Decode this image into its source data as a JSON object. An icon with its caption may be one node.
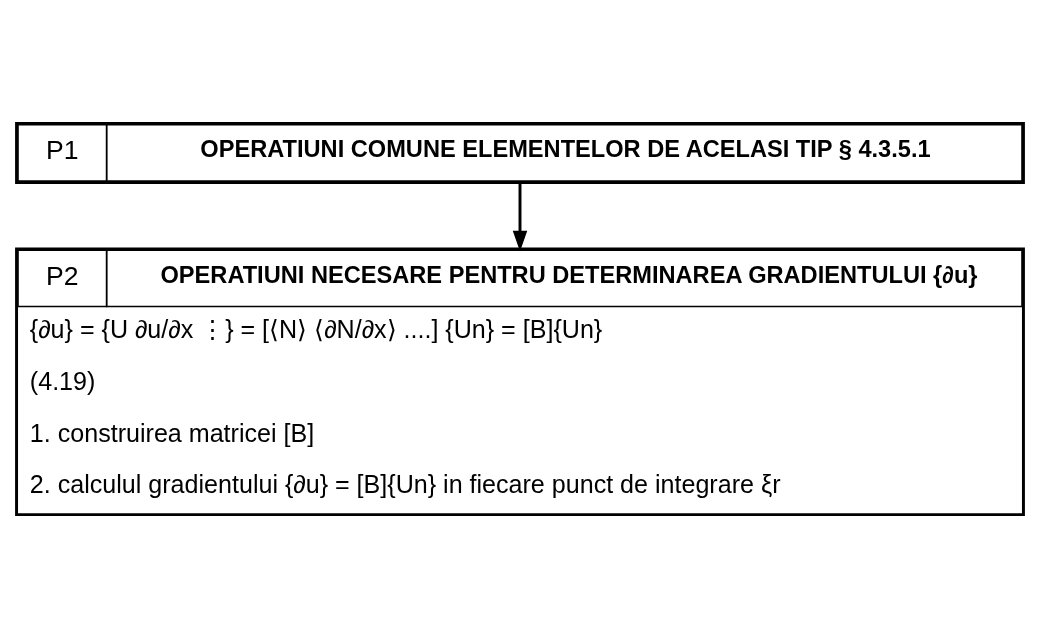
{
  "diagram": {
    "nodes": [
      {
        "text": [
          "P1",
          "OPERATIUNI COMUNE ELEMENTELOR DE ACELASI TIP § 4.3.5.1"
        ]
      },
      {
        "text": [
          "P2",
          "OPERATIUNI NECESARE PENTRU DETERMINAREA GRADIENTULUI {∂u}",
          "{∂u} = {U ∂u/∂x ⋮} = [⟨N⟩ ⟨∂N/∂x⟩ ....] {Un} = [B]{Un}",
          "(4.19)",
          "1. construirea matricei [B]",
          "2. calculul gradientului {∂u} = [B]{Un} in fiecare punct de integrare ξr"
        ]
      }
    ],
    "edges": [
      {
        "from": 0,
        "to": 1,
        "arrow": "to"
      }
    ]
  }
}
